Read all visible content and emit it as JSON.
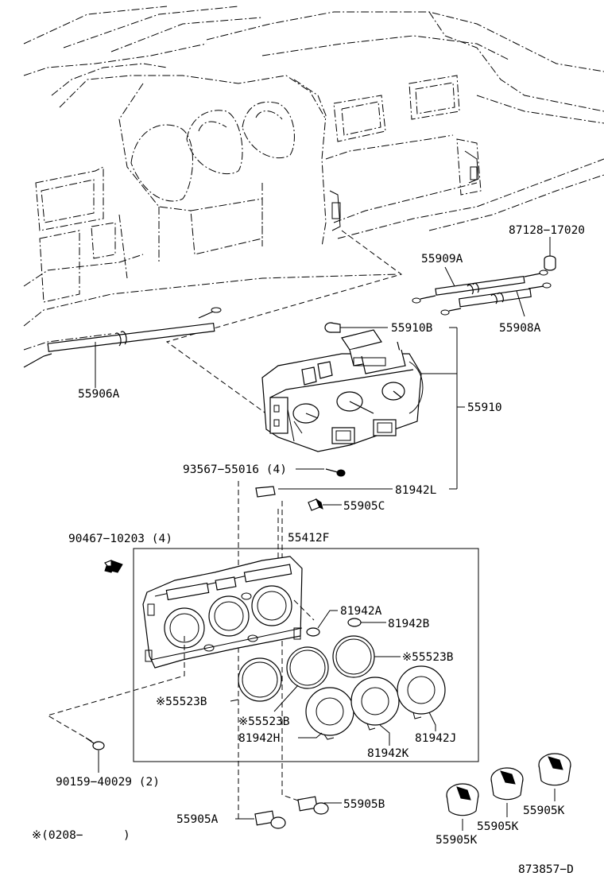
{
  "diagram": {
    "labels": {
      "p87128": "87128−17020",
      "p55909A": "55909A",
      "p55908A": "55908A",
      "p55906A": "55906A",
      "p55910B": "55910B",
      "p55910": "55910",
      "p93567": "93567−55016 (4)",
      "p81942L": "81942L",
      "p55905C": "55905C",
      "p90467": "90467−10203 (4)",
      "p55412F": "55412F",
      "p81942A": "81942A",
      "p81942B": "81942B",
      "p55523B_1": "※55523B",
      "p55523B_2": "※55523B",
      "p55523B_3": "※55523B",
      "p81942H": "81942H",
      "p81942K": "81942K",
      "p81942J": "81942J",
      "p90159": "90159−40029 (2)",
      "p55905B": "55905B",
      "p55905A": "55905A",
      "p55905K_1": "55905K",
      "p55905K_2": "55905K",
      "p55905K_3": "55905K",
      "note": "※(0208−",
      "note_close": ")",
      "drawing_no": "873857−D"
    }
  }
}
